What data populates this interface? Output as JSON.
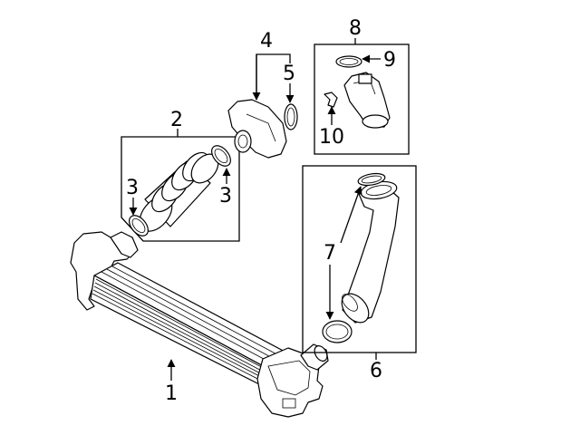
{
  "callouts": {
    "c1": "1",
    "c2": "2",
    "c3a": "3",
    "c3b": "3",
    "c4": "4",
    "c5": "5",
    "c6": "6",
    "c7": "7",
    "c8": "8",
    "c9": "9",
    "c10": "10"
  },
  "colors": {
    "line": "#000000",
    "background": "#ffffff"
  }
}
